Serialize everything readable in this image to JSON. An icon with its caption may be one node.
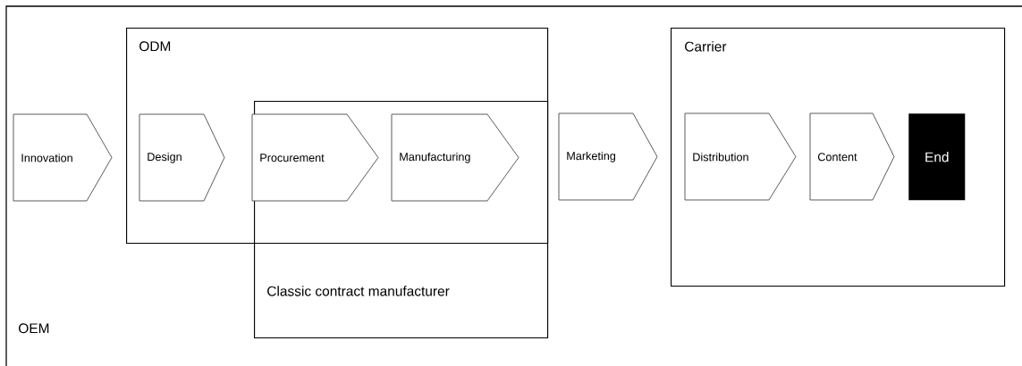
{
  "diagram": {
    "nodes": [
      {
        "text": [
          "OEM"
        ]
      },
      {
        "text": [
          "Innovation"
        ],
        "in": 0
      },
      {
        "text": [
          "ODM"
        ],
        "in": 0
      },
      {
        "text": [
          "Design"
        ],
        "in": 2
      },
      {
        "text": [
          "Classic contract manufacturer"
        ],
        "in": 0
      },
      {
        "text": [
          "Procurement"
        ]
      },
      {
        "text": [
          "Manufacturing"
        ]
      },
      {
        "text": [
          "Marketing"
        ],
        "in": 0
      },
      {
        "text": [
          "Carrier"
        ],
        "in": 0
      },
      {
        "text": [
          "Distribution"
        ],
        "in": 8
      },
      {
        "text": [
          "Content"
        ],
        "in": 8
      },
      {
        "text": [
          "End"
        ],
        "in": 8
      }
    ]
  }
}
